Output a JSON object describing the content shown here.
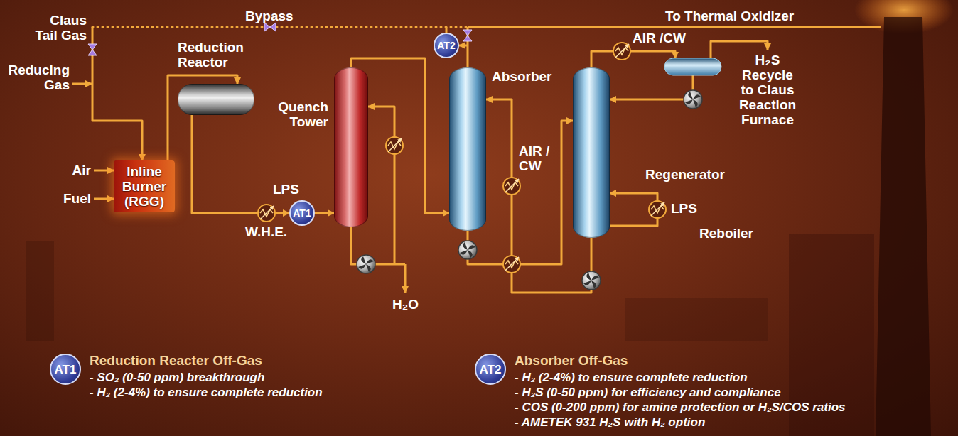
{
  "diagram": {
    "nodes": [
      {
        "text": [
          "Inline Burner (RGG)"
        ]
      },
      {
        "text": [
          "Reduction Reactor"
        ]
      },
      {
        "text": [
          "AT1"
        ]
      },
      {
        "text": [
          "Quench Tower"
        ]
      },
      {
        "text": [
          "AT2"
        ]
      },
      {
        "text": [
          "Absorber"
        ]
      },
      {
        "text": [
          "Regenerator"
        ]
      },
      {
        "text": [
          "AT1"
        ]
      },
      {
        "text": [
          "AT2"
        ]
      }
    ],
    "edges": [
      {
        "from": 0,
        "to": 1,
        "arrow": "to"
      },
      {
        "from": 1,
        "to": 2,
        "arrow": "to"
      },
      {
        "from": 2,
        "to": 3,
        "arrow": "to"
      },
      {
        "from": 3,
        "to": 5,
        "arrow": "to"
      },
      {
        "from": 5,
        "to": 4,
        "arrow": "to"
      },
      {
        "from": 5,
        "to": 6,
        "arrow": "to"
      },
      {
        "from": 6,
        "to": 5,
        "arrow": "to"
      }
    ],
    "labels": [
      "Claus Tail Gas",
      "Bypass",
      "To Thermal Oxidizer",
      "Reducing Gas",
      "Air",
      "Fuel",
      "LPS",
      "W.H.E.",
      "H₂O",
      "AIR / CW",
      "AIR /CW",
      "H₂S Recycle to Claus Reaction Furnace",
      "LPS",
      "Reboiler",
      "Reduction Reacter Off-Gas",
      "- SO₂ (0-50 ppm) breakthrough",
      "- H₂ (2-4%) to ensure complete reduction",
      "Absorber Off-Gas",
      "- H₂ (2-4%) to ensure complete reduction",
      "- H₂S (0-50 ppm) for efficiency and compliance",
      "- COS (0-200 ppm) for amine protection or H₂S/COS ratios",
      "- AMETEK 931 H₂S with H₂ option"
    ]
  }
}
